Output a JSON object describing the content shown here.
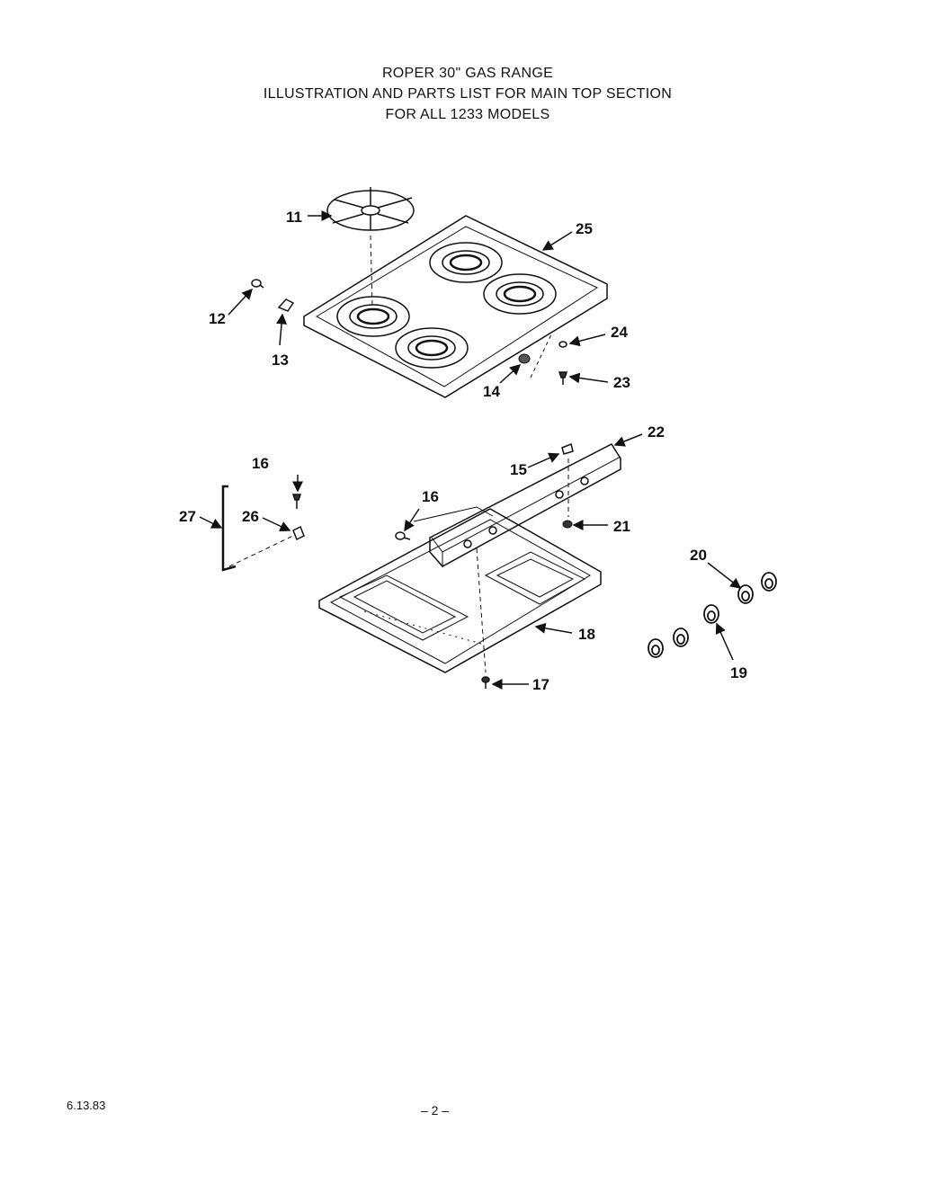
{
  "title": {
    "line1": "ROPER 30\" GAS RANGE",
    "line2": "ILLUSTRATION AND PARTS LIST FOR MAIN TOP SECTION",
    "line3": "FOR  ALL  1233  MODELS"
  },
  "callouts": {
    "c11": "11",
    "c25": "25",
    "c12": "12",
    "c13": "13",
    "c24": "24",
    "c14": "14",
    "c23": "23",
    "c22": "22",
    "c16a": "16",
    "c15": "15",
    "c27": "27",
    "c26": "26",
    "c16b": "16",
    "c21": "21",
    "c20": "20",
    "c18": "18",
    "c19": "19",
    "c17": "17"
  },
  "footer": {
    "date": "6.13.83",
    "page": "– 2 –"
  }
}
